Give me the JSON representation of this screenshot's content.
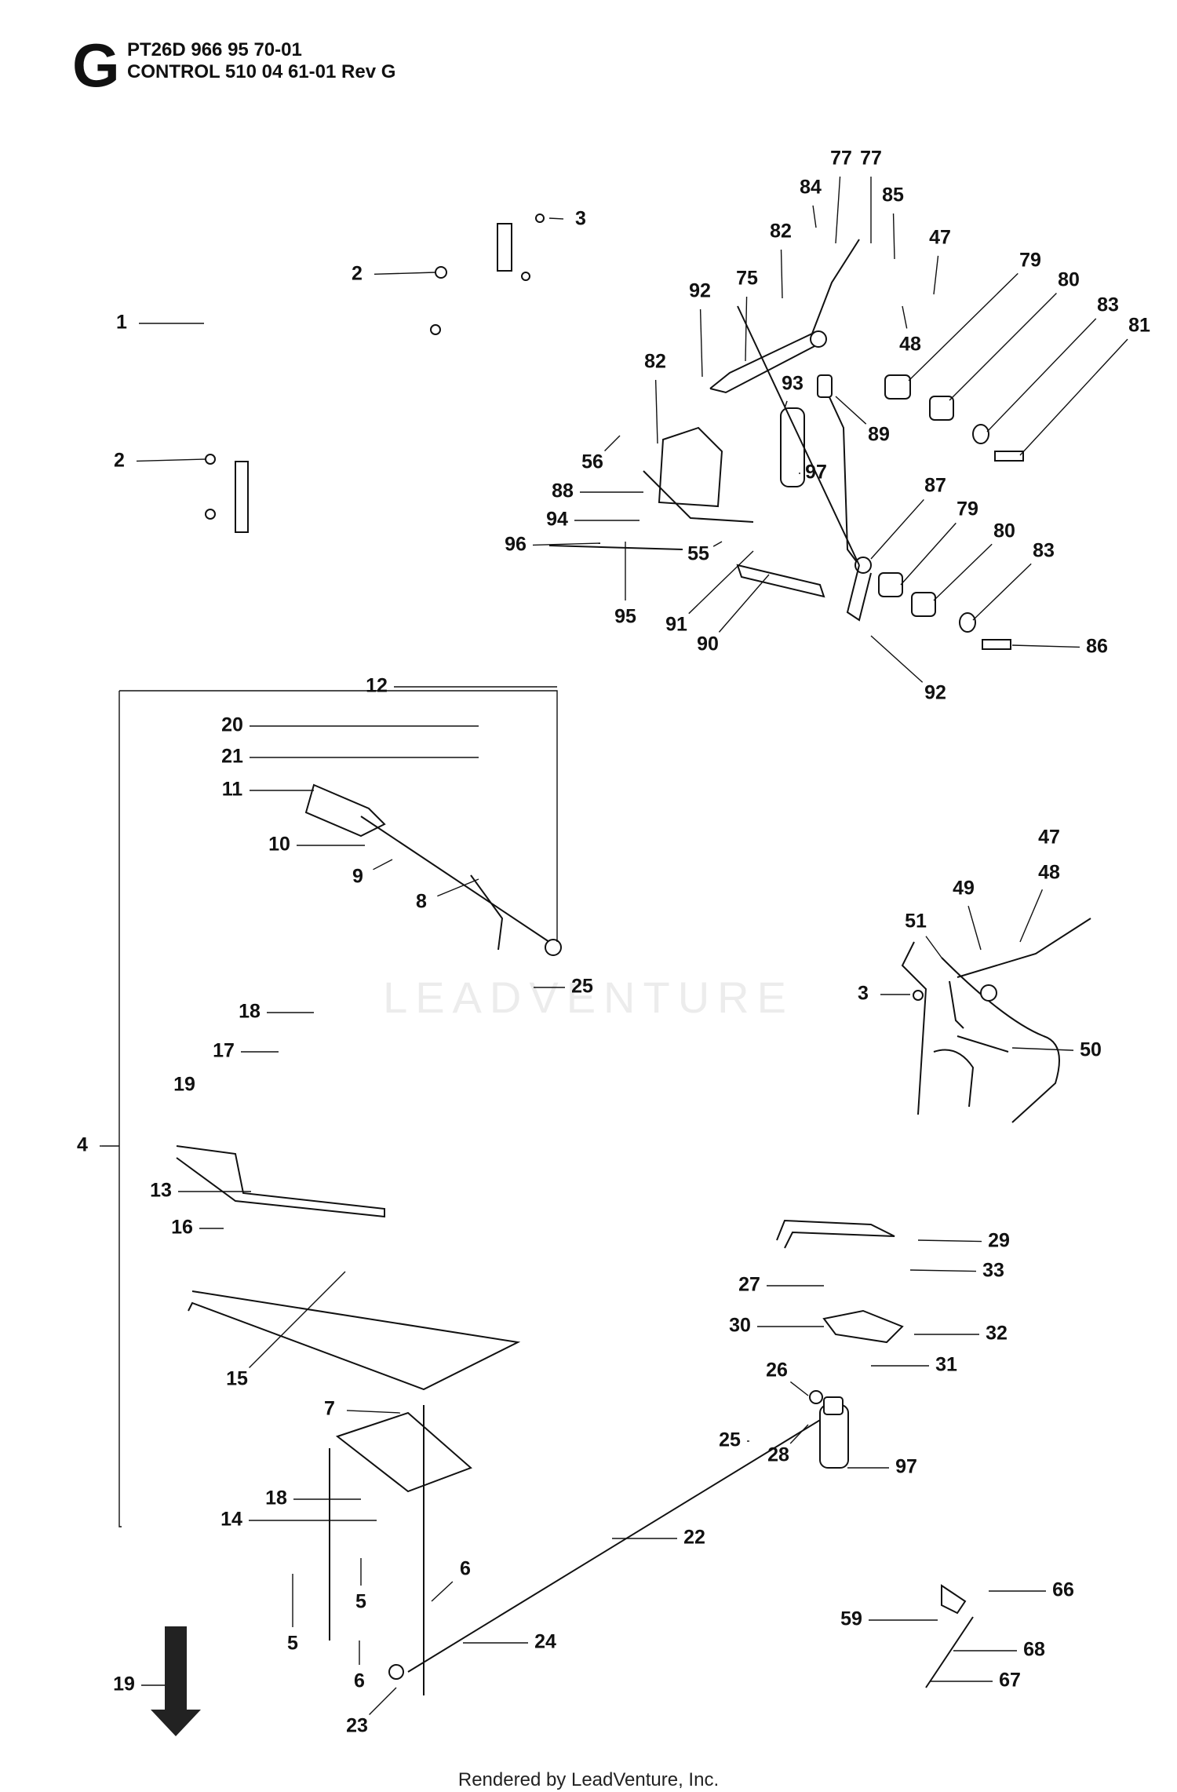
{
  "header": {
    "letter": "G",
    "line1": "PT26D 966 95 70-01",
    "line2": "CONTROL 510 04 61-01 Rev  G"
  },
  "footer": "Rendered by LeadVenture, Inc.",
  "watermark": "LEADVENTURE",
  "callouts": [
    {
      "id": "c3a",
      "n": "3"
    },
    {
      "id": "c2a",
      "n": "2"
    },
    {
      "id": "c1",
      "n": "1"
    },
    {
      "id": "c2b",
      "n": "2"
    },
    {
      "id": "c77a",
      "n": "77"
    },
    {
      "id": "c77b",
      "n": "77"
    },
    {
      "id": "c84",
      "n": "84"
    },
    {
      "id": "c85",
      "n": "85"
    },
    {
      "id": "c82a",
      "n": "82"
    },
    {
      "id": "c47a",
      "n": "47"
    },
    {
      "id": "c79a",
      "n": "79"
    },
    {
      "id": "c92a",
      "n": "92"
    },
    {
      "id": "c75",
      "n": "75"
    },
    {
      "id": "c80a",
      "n": "80"
    },
    {
      "id": "c83a",
      "n": "83"
    },
    {
      "id": "c81",
      "n": "81"
    },
    {
      "id": "c48a",
      "n": "48"
    },
    {
      "id": "c82b",
      "n": "82"
    },
    {
      "id": "c93",
      "n": "93"
    },
    {
      "id": "c89",
      "n": "89"
    },
    {
      "id": "c56",
      "n": "56"
    },
    {
      "id": "c97a",
      "n": "97"
    },
    {
      "id": "c88",
      "n": "88"
    },
    {
      "id": "c87",
      "n": "87"
    },
    {
      "id": "c94",
      "n": "94"
    },
    {
      "id": "c79b",
      "n": "79"
    },
    {
      "id": "c80b",
      "n": "80"
    },
    {
      "id": "c96",
      "n": "96"
    },
    {
      "id": "c55",
      "n": "55"
    },
    {
      "id": "c83b",
      "n": "83"
    },
    {
      "id": "c91",
      "n": "91"
    },
    {
      "id": "c95",
      "n": "95"
    },
    {
      "id": "c90",
      "n": "90"
    },
    {
      "id": "c86",
      "n": "86"
    },
    {
      "id": "c92b",
      "n": "92"
    },
    {
      "id": "c12",
      "n": "12"
    },
    {
      "id": "c20",
      "n": "20"
    },
    {
      "id": "c21",
      "n": "21"
    },
    {
      "id": "c11",
      "n": "11"
    },
    {
      "id": "c10",
      "n": "10"
    },
    {
      "id": "c9",
      "n": "9"
    },
    {
      "id": "c8",
      "n": "8"
    },
    {
      "id": "c25a",
      "n": "25"
    },
    {
      "id": "c47b",
      "n": "47"
    },
    {
      "id": "c48b",
      "n": "48"
    },
    {
      "id": "c49",
      "n": "49"
    },
    {
      "id": "c51",
      "n": "51"
    },
    {
      "id": "c3b",
      "n": "3"
    },
    {
      "id": "c50",
      "n": "50"
    },
    {
      "id": "c18a",
      "n": "18"
    },
    {
      "id": "c17",
      "n": "17"
    },
    {
      "id": "c19a",
      "n": "19"
    },
    {
      "id": "c4",
      "n": "4"
    },
    {
      "id": "c13",
      "n": "13"
    },
    {
      "id": "c16",
      "n": "16"
    },
    {
      "id": "c29",
      "n": "29"
    },
    {
      "id": "c27",
      "n": "27"
    },
    {
      "id": "c33",
      "n": "33"
    },
    {
      "id": "c30",
      "n": "30"
    },
    {
      "id": "c32",
      "n": "32"
    },
    {
      "id": "c31",
      "n": "31"
    },
    {
      "id": "c15",
      "n": "15"
    },
    {
      "id": "c26",
      "n": "26"
    },
    {
      "id": "c7",
      "n": "7"
    },
    {
      "id": "c25b",
      "n": "25"
    },
    {
      "id": "c28",
      "n": "28"
    },
    {
      "id": "c97b",
      "n": "97"
    },
    {
      "id": "c18b",
      "n": "18"
    },
    {
      "id": "c14",
      "n": "14"
    },
    {
      "id": "c22",
      "n": "22"
    },
    {
      "id": "c6a",
      "n": "6"
    },
    {
      "id": "c5a",
      "n": "5"
    },
    {
      "id": "c66",
      "n": "66"
    },
    {
      "id": "c59",
      "n": "59"
    },
    {
      "id": "c5b",
      "n": "5"
    },
    {
      "id": "c68",
      "n": "68"
    },
    {
      "id": "c24",
      "n": "24"
    },
    {
      "id": "c19b",
      "n": "19"
    },
    {
      "id": "c6b",
      "n": "6"
    },
    {
      "id": "c67",
      "n": "67"
    },
    {
      "id": "c23",
      "n": "23"
    }
  ]
}
